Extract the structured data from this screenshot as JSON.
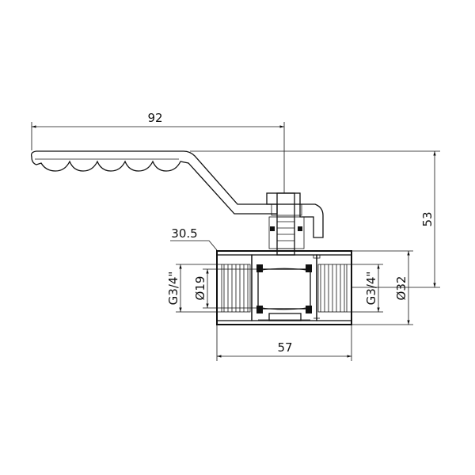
{
  "dimensions": {
    "handle_length": "92",
    "height": "53",
    "offset": "30.5",
    "body_length": "57",
    "thread_left": "G3/4\"",
    "bore": "Ø19",
    "thread_right": "G3/4\"",
    "outer_diameter": "Ø32"
  }
}
